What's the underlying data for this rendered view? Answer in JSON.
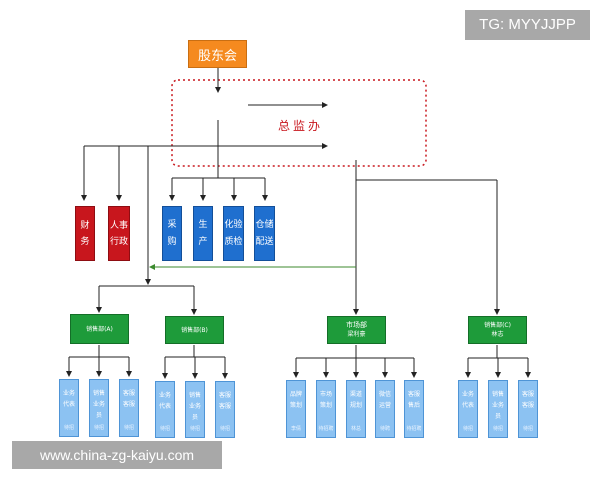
{
  "watermark": {
    "tg": "TG: MYYJJPP",
    "url": "www.china-zg-kaiyu.com"
  },
  "top": {
    "shareholders": "股东会",
    "supervision": "总监办"
  },
  "red_depts": [
    {
      "lines": [
        "财",
        "务"
      ]
    },
    {
      "lines": [
        "人事",
        "行政"
      ]
    }
  ],
  "blue_depts": [
    {
      "lines": [
        "采",
        "购"
      ]
    },
    {
      "lines": [
        "生",
        "产"
      ]
    },
    {
      "lines": [
        "化验",
        "质检"
      ]
    },
    {
      "lines": [
        "仓储",
        "配送"
      ]
    }
  ],
  "sales_groups": [
    {
      "title": "销售部(A)",
      "sub": "",
      "teams": [
        {
          "lines": [
            "业务",
            "代表"
          ],
          "sub": "待招"
        },
        {
          "lines": [
            "销售",
            "业务",
            "员"
          ],
          "sub": "待招"
        },
        {
          "lines": [
            "客服",
            "客服"
          ],
          "sub": "待招"
        }
      ]
    },
    {
      "title": "销售部(B)",
      "sub": "",
      "teams": [
        {
          "lines": [
            "业务",
            "代表"
          ],
          "sub": "待招"
        },
        {
          "lines": [
            "销售",
            "业务",
            "员"
          ],
          "sub": "待招"
        },
        {
          "lines": [
            "客服",
            "客服"
          ],
          "sub": "待招"
        }
      ]
    },
    {
      "title": "市场部",
      "sub": "梁利豪",
      "teams": [
        {
          "lines": [
            "品牌",
            "策划"
          ],
          "sub": "李倩"
        },
        {
          "lines": [
            "市场",
            "策划"
          ],
          "sub": "待招聘"
        },
        {
          "lines": [
            "渠道",
            "规划"
          ],
          "sub": "林总"
        },
        {
          "lines": [
            "微信",
            "运营"
          ],
          "sub": "待聘"
        },
        {
          "lines": [
            "客服",
            "售后"
          ],
          "sub": "待招聘"
        }
      ]
    },
    {
      "title": "销售部(C)",
      "sub": "林志",
      "teams": [
        {
          "lines": [
            "业务",
            "代表"
          ],
          "sub": "待招"
        },
        {
          "lines": [
            "销售",
            "业务",
            "员"
          ],
          "sub": "待招"
        },
        {
          "lines": [
            "客服",
            "客服"
          ],
          "sub": "待招"
        }
      ]
    }
  ],
  "colors": {
    "orange": "#f58a1f",
    "red": "#c8161d",
    "blue": "#1f6fcf",
    "green": "#1e9b3a",
    "light_blue": "#8cc2f2",
    "line": "#222222",
    "green_arrow": "#3c8a2e"
  }
}
